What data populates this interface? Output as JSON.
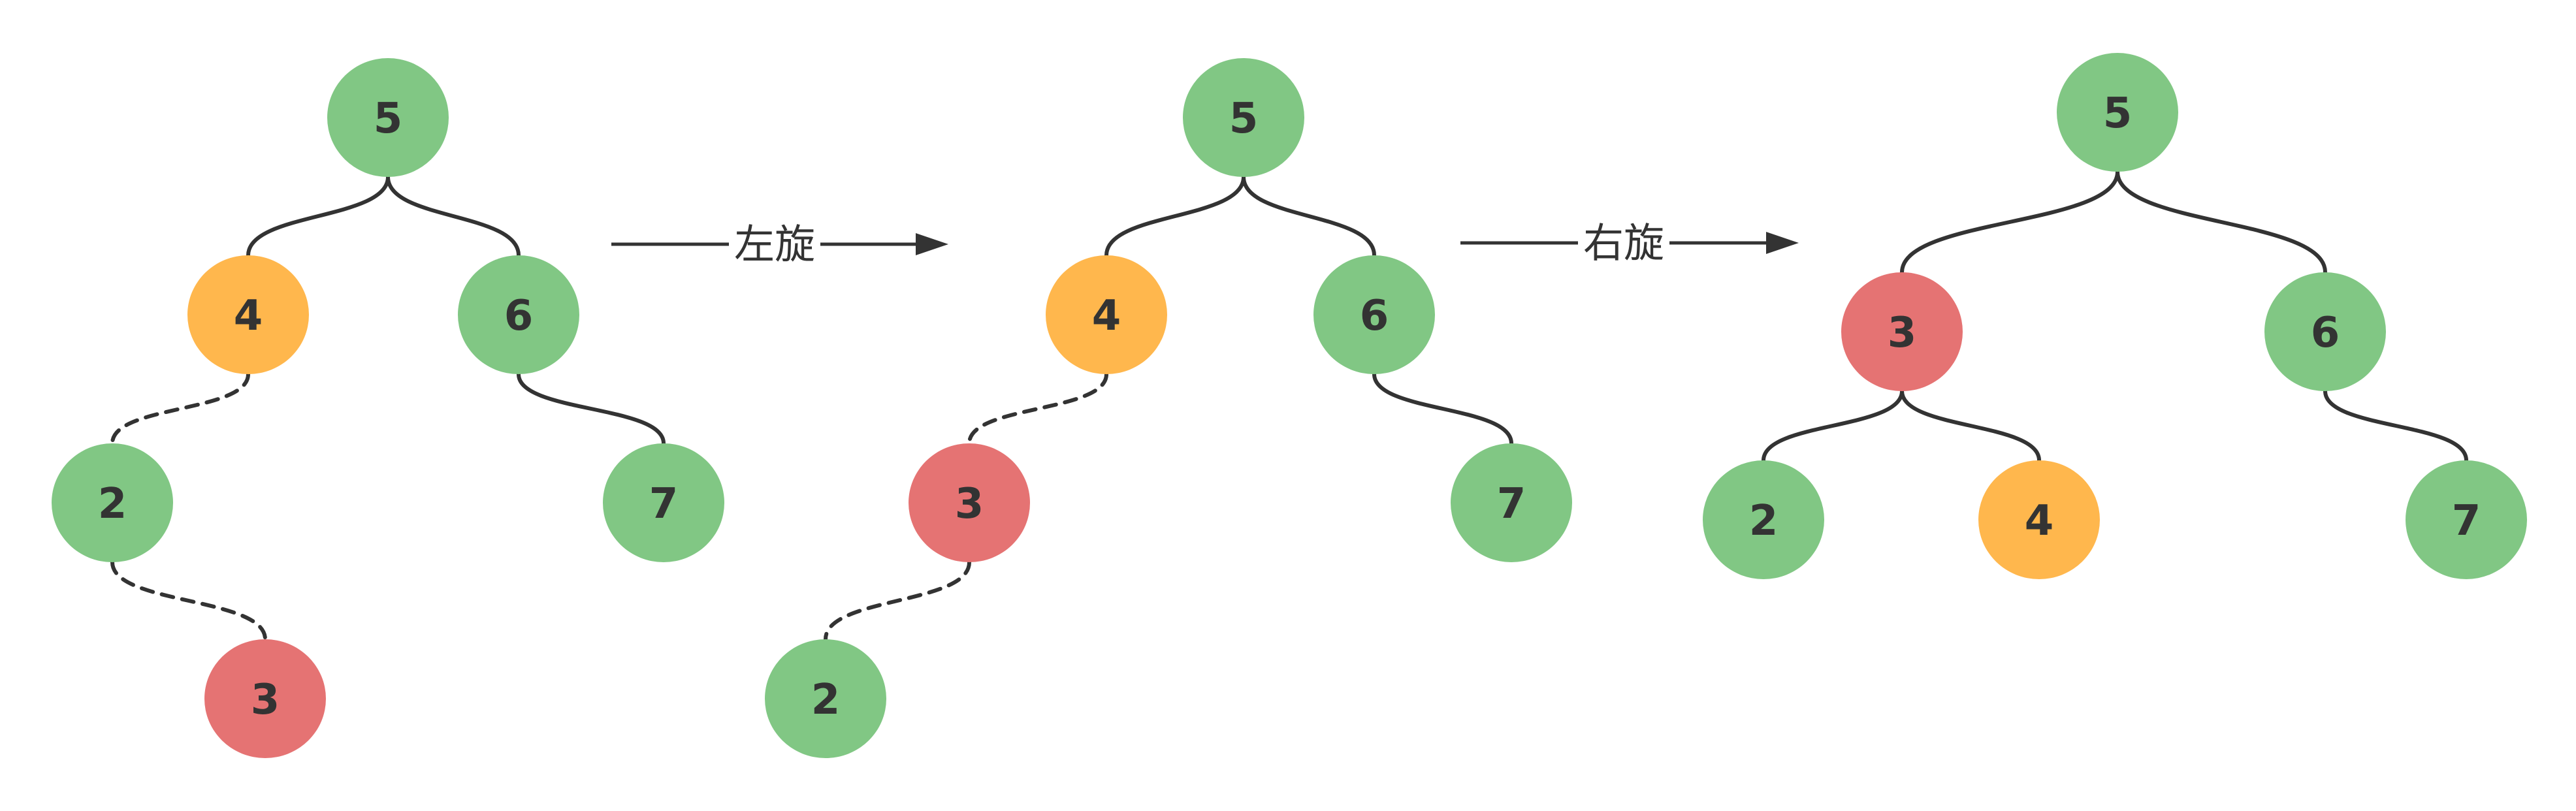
{
  "colors": {
    "green": "#81c784",
    "orange": "#ffb74d",
    "red": "#e57373",
    "line": "#333333"
  },
  "trees": [
    {
      "nodes": [
        {
          "id": "t1-5",
          "label": "5",
          "color": "green"
        },
        {
          "id": "t1-4",
          "label": "4",
          "color": "orange"
        },
        {
          "id": "t1-6",
          "label": "6",
          "color": "green"
        },
        {
          "id": "t1-2",
          "label": "2",
          "color": "green"
        },
        {
          "id": "t1-7",
          "label": "7",
          "color": "green"
        },
        {
          "id": "t1-3",
          "label": "3",
          "color": "red"
        }
      ],
      "edges": [
        {
          "from": "t1-5",
          "to": "t1-4",
          "style": "solid"
        },
        {
          "from": "t1-5",
          "to": "t1-6",
          "style": "solid"
        },
        {
          "from": "t1-4",
          "to": "t1-2",
          "style": "dashed"
        },
        {
          "from": "t1-6",
          "to": "t1-7",
          "style": "solid"
        },
        {
          "from": "t1-2",
          "to": "t1-3",
          "style": "dashed"
        }
      ]
    },
    {
      "nodes": [
        {
          "id": "t2-5",
          "label": "5",
          "color": "green"
        },
        {
          "id": "t2-4",
          "label": "4",
          "color": "orange"
        },
        {
          "id": "t2-6",
          "label": "6",
          "color": "green"
        },
        {
          "id": "t2-3",
          "label": "3",
          "color": "red"
        },
        {
          "id": "t2-7",
          "label": "7",
          "color": "green"
        },
        {
          "id": "t2-2",
          "label": "2",
          "color": "green"
        }
      ],
      "edges": [
        {
          "from": "t2-5",
          "to": "t2-4",
          "style": "solid"
        },
        {
          "from": "t2-5",
          "to": "t2-6",
          "style": "solid"
        },
        {
          "from": "t2-4",
          "to": "t2-3",
          "style": "dashed"
        },
        {
          "from": "t2-6",
          "to": "t2-7",
          "style": "solid"
        },
        {
          "from": "t2-3",
          "to": "t2-2",
          "style": "dashed"
        }
      ]
    },
    {
      "nodes": [
        {
          "id": "t3-5",
          "label": "5",
          "color": "green"
        },
        {
          "id": "t3-3",
          "label": "3",
          "color": "red"
        },
        {
          "id": "t3-6",
          "label": "6",
          "color": "green"
        },
        {
          "id": "t3-2",
          "label": "2",
          "color": "green"
        },
        {
          "id": "t3-4",
          "label": "4",
          "color": "orange"
        },
        {
          "id": "t3-7",
          "label": "7",
          "color": "green"
        }
      ],
      "edges": [
        {
          "from": "t3-5",
          "to": "t3-3",
          "style": "solid"
        },
        {
          "from": "t3-5",
          "to": "t3-6",
          "style": "solid"
        },
        {
          "from": "t3-3",
          "to": "t3-2",
          "style": "solid"
        },
        {
          "from": "t3-3",
          "to": "t3-4",
          "style": "solid"
        },
        {
          "from": "t3-6",
          "to": "t3-7",
          "style": "solid"
        }
      ]
    }
  ],
  "arrows": [
    {
      "label": "左旋"
    },
    {
      "label": "右旋"
    }
  ]
}
